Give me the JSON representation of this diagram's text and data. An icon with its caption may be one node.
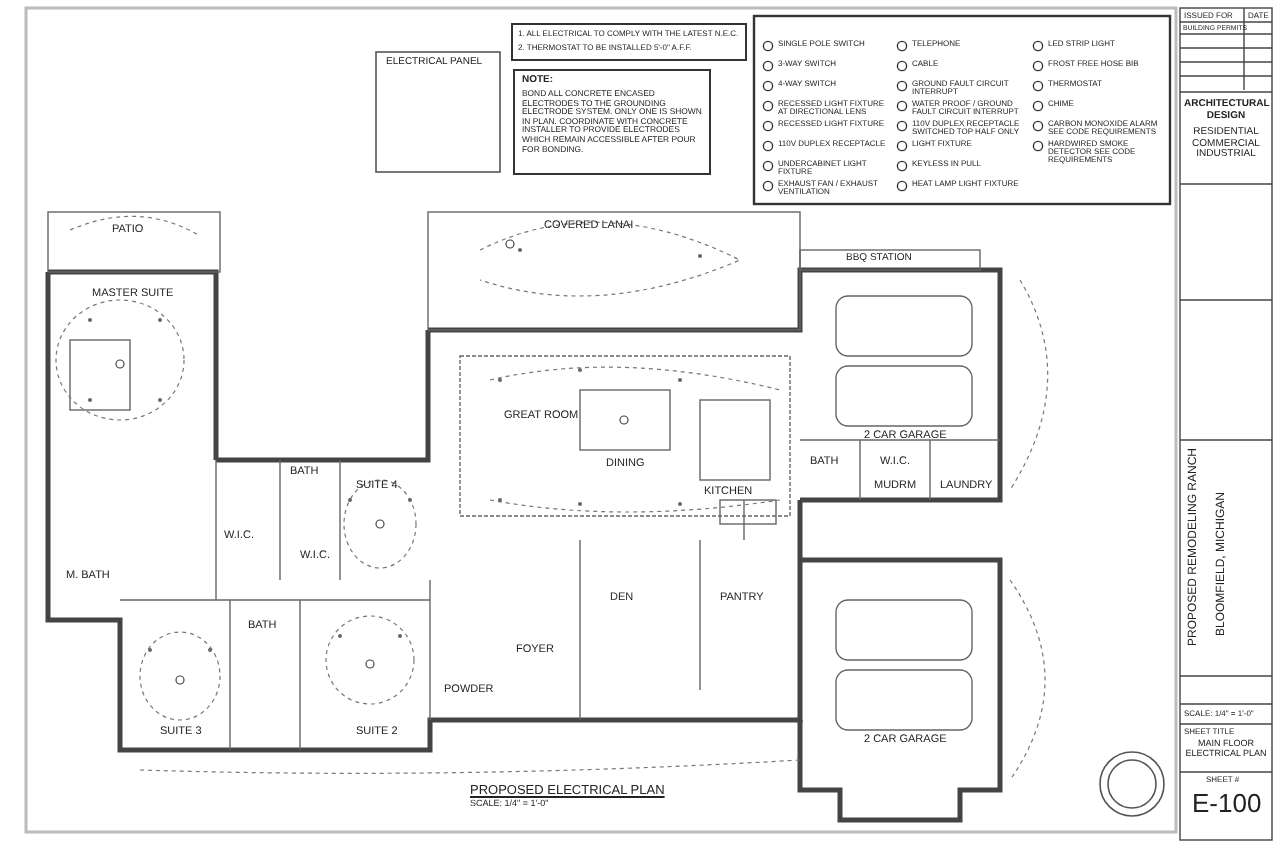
{
  "diagram": {
    "labels": [
      "ELECTRICAL PANEL",
      "1. ALL ELECTRICAL TO COMPLY WITH THE LATEST N.E.C.",
      "2. THERMOSTAT TO BE INSTALLED 5'-0\" A.F.F.",
      "NOTE:",
      "BOND ALL CONCRETE ENCASED ELECTRODES TO THE GROUNDING ELECTRODE SYSTEM. ONLY ONE IS SHOWN IN PLAN. COORDINATE WITH CONCRETE INSTALLER TO PROVIDE ELECTRODES WHICH REMAIN ACCESSIBLE AFTER POUR FOR BONDING.",
      "PATIO",
      "MASTER SUITE",
      "COVERED LANAI",
      "BBQ STATION",
      "2 CAR GARAGE",
      "GREAT ROOM",
      "DINING",
      "KITCHEN",
      "SUITE 4",
      "BATH",
      "W.I.C.",
      "W.I.C.",
      "M. BATH",
      "BATH",
      "W.I.C.",
      "MUDRM",
      "LAUNDRY",
      "DEN",
      "PANTRY",
      "FOYER",
      "POWDER",
      "BATH",
      "SUITE 3",
      "SUITE 2",
      "2 CAR GARAGE",
      "PROPOSED ELECTRICAL PLAN",
      "SCALE: 1/4\" = 1'-0\"",
      "ISSUED FOR",
      "DATE",
      "BUILDING PERMITS",
      "ARCHITECTURAL DESIGN",
      "RESIDENTIAL COMMERCIAL INDUSTRIAL",
      "PROPOSED REMODELING RANCH",
      "BLOOMFIELD, MICHIGAN",
      "SCALE: 1/4\" = 1'-0\"",
      "SHEET TITLE",
      "MAIN FLOOR ELECTRICAL PLAN",
      "SHEET #",
      "E-100"
    ],
    "legend": [
      {
        "text": "SINGLE POLE SWITCH"
      },
      {
        "text": "3-WAY SWITCH"
      },
      {
        "text": "4-WAY SWITCH"
      },
      {
        "text": "RECESSED LIGHT FIXTURE AT DIRECTIONAL LENS"
      },
      {
        "text": "RECESSED LIGHT FIXTURE"
      },
      {
        "text": "110V DUPLEX RECEPTACLE"
      },
      {
        "text": "UNDERCABINET LIGHT FIXTURE"
      },
      {
        "text": "EXHAUST FAN / EXHAUST VENTILATION"
      },
      {
        "text": "TELEPHONE"
      },
      {
        "text": "CABLE"
      },
      {
        "text": "GROUND FAULT CIRCUIT INTERRUPT"
      },
      {
        "text": "WATER PROOF / GROUND FAULT CIRCUIT INTERRUPT"
      },
      {
        "text": "110V DUPLEX RECEPTACLE SWITCHED TOP HALF ONLY"
      },
      {
        "text": "LIGHT FIXTURE"
      },
      {
        "text": "KEYLESS IN PULL"
      },
      {
        "text": "HEAT LAMP LIGHT FIXTURE"
      },
      {
        "text": "LED STRIP LIGHT"
      },
      {
        "text": "FROST FREE HOSE BIB"
      },
      {
        "text": "THERMOSTAT"
      },
      {
        "text": "CHIME"
      },
      {
        "text": "CARBON MONOXIDE ALARM SEE CODE REQUIREMENTS"
      },
      {
        "text": "HARDWIRED SMOKE DETECTOR SEE CODE REQUIREMENTS"
      }
    ]
  }
}
